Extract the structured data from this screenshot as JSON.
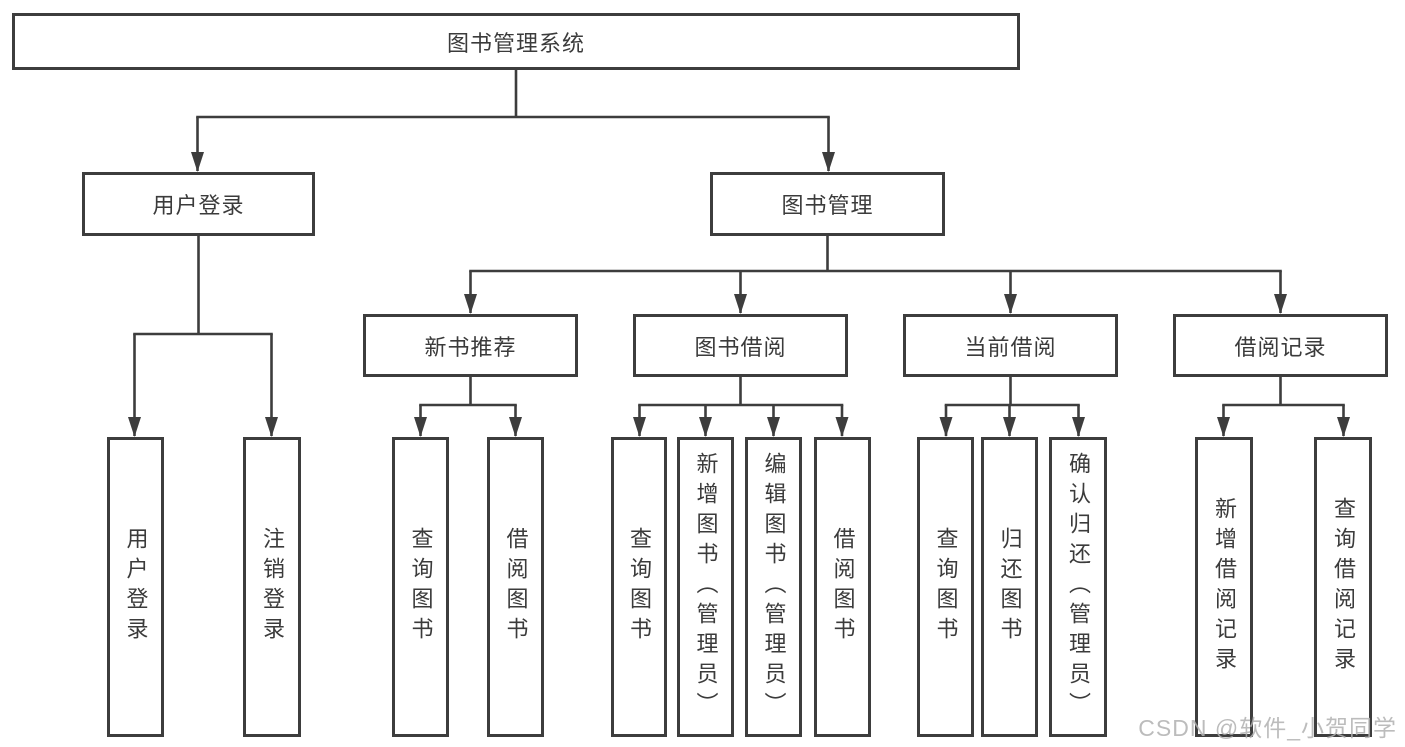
{
  "diagram": {
    "title_node": {
      "label": "图书管理系统"
    },
    "level2": [
      {
        "label": "用户登录"
      },
      {
        "label": "图书管理"
      }
    ],
    "level3": [
      {
        "label": "新书推荐",
        "parent": "图书管理"
      },
      {
        "label": "图书借阅",
        "parent": "图书管理"
      },
      {
        "label": "当前借阅",
        "parent": "图书管理"
      },
      {
        "label": "借阅记录",
        "parent": "图书管理"
      }
    ],
    "leaves": [
      {
        "label": "用户登录",
        "parent": "用户登录"
      },
      {
        "label": "注销登录",
        "parent": "用户登录"
      },
      {
        "label": "查询图书",
        "parent": "新书推荐"
      },
      {
        "label": "借阅图书",
        "parent": "新书推荐"
      },
      {
        "label": "查询图书",
        "parent": "图书借阅"
      },
      {
        "label": "新增图书（管理员）",
        "parent": "图书借阅"
      },
      {
        "label": "编辑图书（管理员）",
        "parent": "图书借阅"
      },
      {
        "label": "借阅图书",
        "parent": "图书借阅"
      },
      {
        "label": "查询图书",
        "parent": "当前借阅"
      },
      {
        "label": "归还图书",
        "parent": "当前借阅"
      },
      {
        "label": "确认归还（管理员）",
        "parent": "当前借阅"
      },
      {
        "label": "新增借阅记录",
        "parent": "借阅记录"
      },
      {
        "label": "查询借阅记录",
        "parent": "借阅记录"
      }
    ],
    "watermark": "CSDN @软件_小贺同学",
    "colors": {
      "line": "#3d3d3d",
      "box_border": "#3d3d3d",
      "text": "#3b3b3b",
      "background": "#ffffff",
      "watermark": "#b0b0b0"
    }
  }
}
